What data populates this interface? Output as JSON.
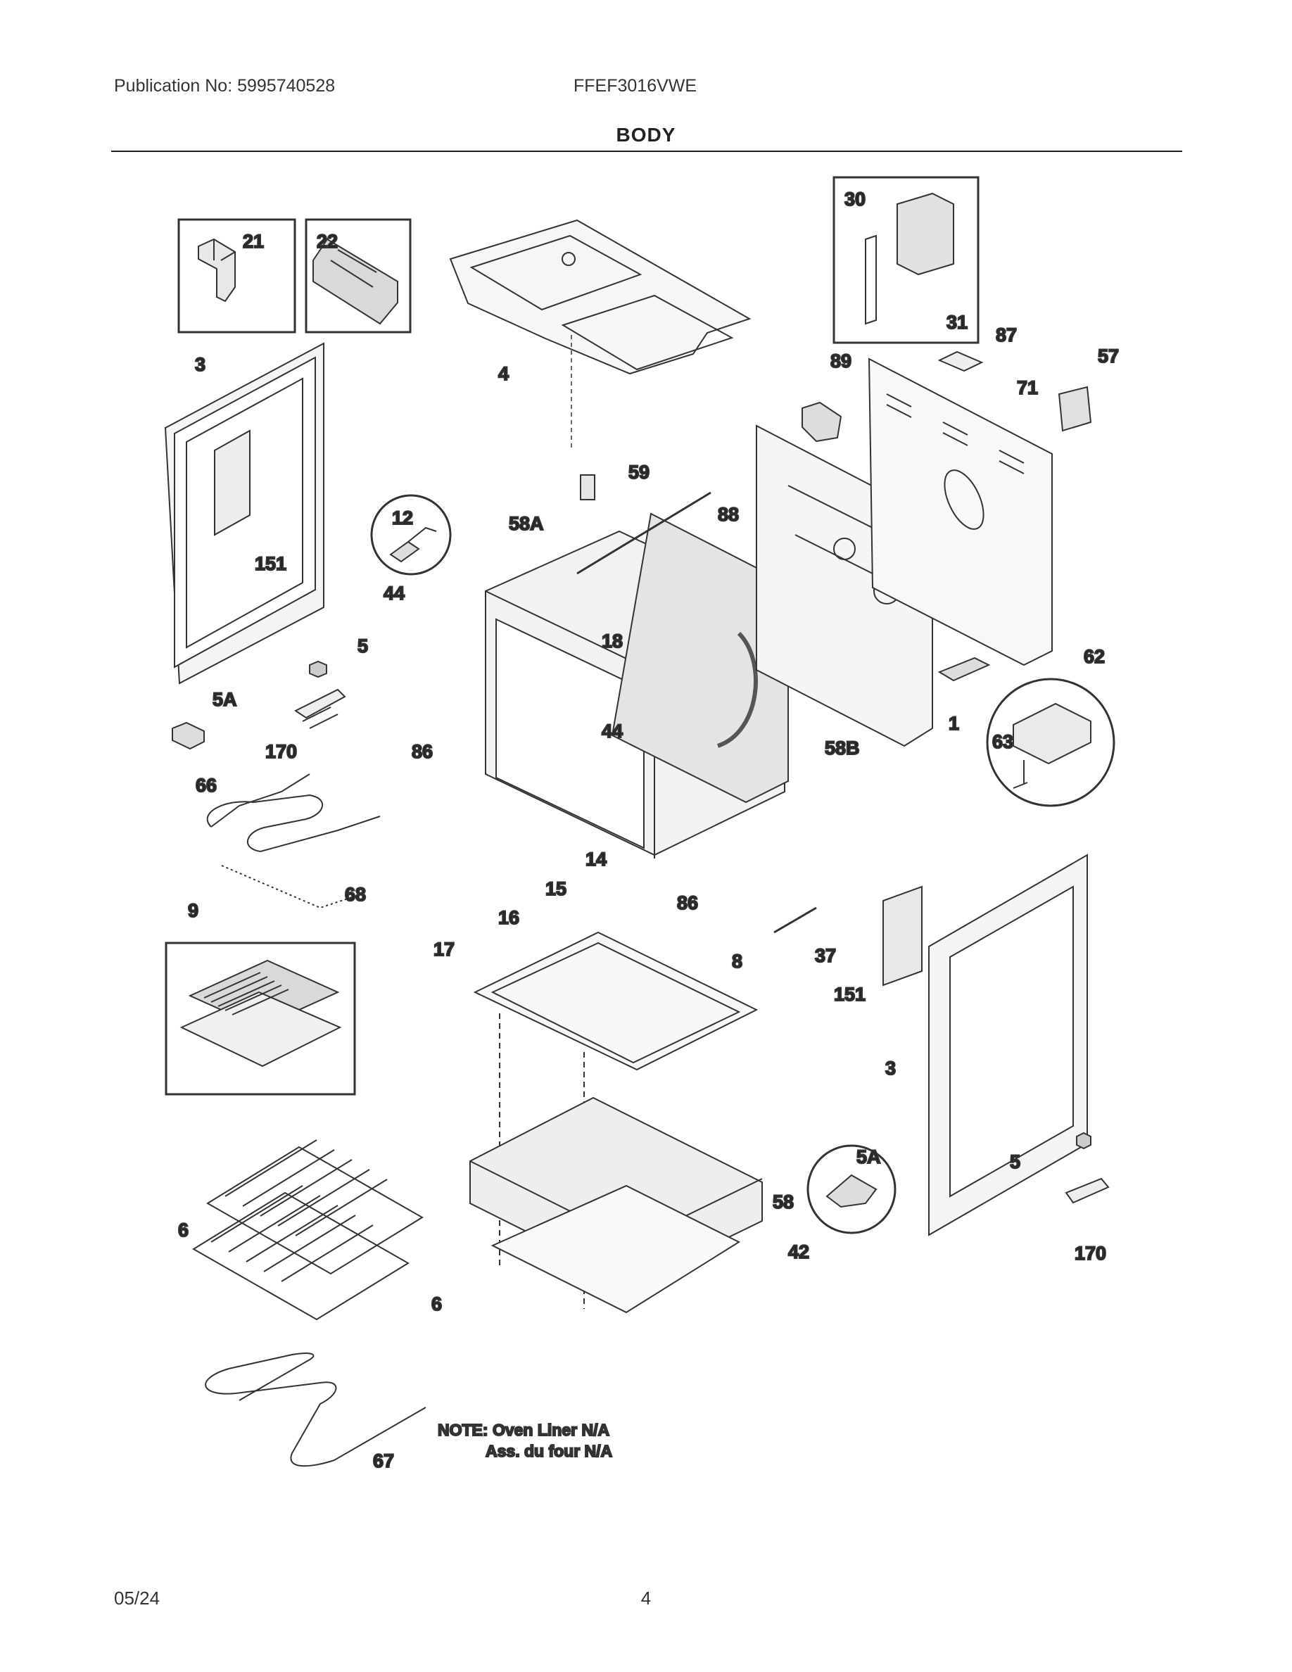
{
  "header": {
    "publication": "Publication No: 5995740528",
    "model": "FFEF3016VWE",
    "section_title": "BODY"
  },
  "callouts": {
    "c21": "21",
    "c22": "22",
    "c3_left": "3",
    "c4": "4",
    "c151_left": "151",
    "c30": "30",
    "c31": "31",
    "c87": "87",
    "c57": "57",
    "c89": "89",
    "c71": "71",
    "c59": "59",
    "c88": "88",
    "c12": "12",
    "c58A": "58A",
    "c44_left": "44",
    "c5_left": "5",
    "c18": "18",
    "c5A_left": "5A",
    "c170_left": "170",
    "c86_left": "86",
    "c44_mid": "44",
    "c58B": "58B",
    "c62": "62",
    "c63": "63",
    "c1": "1",
    "c66": "66",
    "c14": "14",
    "c15": "15",
    "c16": "16",
    "c86_right": "86",
    "c68": "68",
    "c9": "9",
    "c17": "17",
    "c8": "8",
    "c37": "37",
    "c151_right": "151",
    "c3_right": "3",
    "c5A_right": "5A",
    "c5_right": "5",
    "c58": "58",
    "c6_top": "6",
    "c42": "42",
    "c170_right": "170",
    "c6_bottom": "6",
    "c67": "67"
  },
  "note": {
    "line1": "NOTE: Oven Liner N/A",
    "line2": "Ass. du four N/A"
  },
  "footer": {
    "date": "05/24",
    "page_number": "4"
  }
}
